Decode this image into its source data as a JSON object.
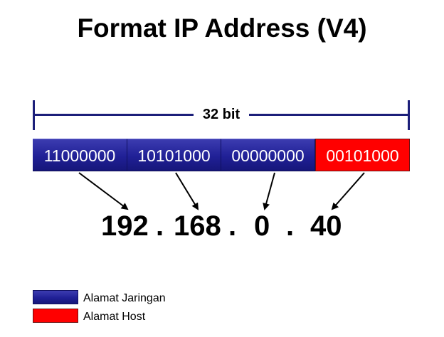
{
  "title": "Format IP Address (V4)",
  "bit_span_label": "32 bit",
  "octets": [
    {
      "binary": "11000000",
      "decimal": "192",
      "part": "network"
    },
    {
      "binary": "10101000",
      "decimal": "168",
      "part": "network"
    },
    {
      "binary": "00000000",
      "decimal": "0",
      "part": "network"
    },
    {
      "binary": "00101000",
      "decimal": "40",
      "part": "host"
    }
  ],
  "separator": ".",
  "legend": {
    "network": "Alamat Jaringan",
    "host": "Alamat Host"
  },
  "colors": {
    "network": "#202096",
    "host": "#ff0000",
    "bracket": "#1c1f7a"
  }
}
